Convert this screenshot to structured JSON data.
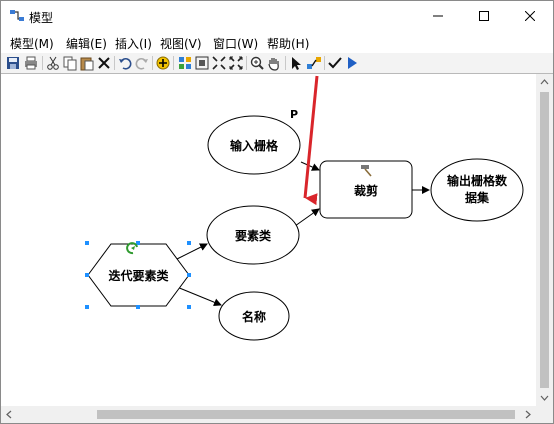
{
  "window": {
    "title": "模型"
  },
  "menu": {
    "items": [
      {
        "label": "模型(M)"
      },
      {
        "label": "编辑(E)"
      },
      {
        "label": "插入(I)"
      },
      {
        "label": "视图(V)"
      },
      {
        "label": "窗口(W)"
      },
      {
        "label": "帮助(H)"
      }
    ]
  },
  "toolbar": {
    "icons": [
      "save-icon",
      "print-icon",
      "cut-icon",
      "copy-icon",
      "paste-icon",
      "delete-icon",
      "undo-icon",
      "redo-icon",
      "add-data-icon",
      "auto-layout-icon",
      "fit-extent-icon",
      "full-extent-icon",
      "zoom-extent-icon",
      "zoom-in-icon",
      "pan-icon",
      "select-icon",
      "connect-icon",
      "validate-icon",
      "run-icon"
    ]
  },
  "diagram": {
    "nodes": {
      "iterate": {
        "label": "迭代要素类",
        "shape": "hexagon",
        "selected": true
      },
      "features": {
        "label": "要素类",
        "shape": "ellipse"
      },
      "name": {
        "label": "名称",
        "shape": "ellipse"
      },
      "input_raster": {
        "label": "输入栅格",
        "shape": "ellipse"
      },
      "clip": {
        "label": "裁剪",
        "shape": "rectangle"
      },
      "output_raster_l1": {
        "label": "输出栅格数",
        "shape": "ellipse"
      },
      "output_raster_l2": {
        "label": "据集"
      }
    },
    "param_marker": "P"
  },
  "colors": {
    "arrow_annotation": "#d9252b",
    "selection_handle": "#1e90ff",
    "iterator_icon": "#2f9a2f"
  }
}
